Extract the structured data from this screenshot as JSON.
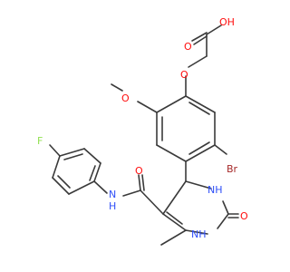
{
  "structure": {
    "atom_labels": {
      "o_carbonyl_acid": "O",
      "oh_acid": "OH",
      "o_ether_1": "O",
      "o_methoxy": "O",
      "br": "Br",
      "f": "F",
      "o_amide": "O",
      "nh_amide": "N",
      "h_amide": "H",
      "nh_ring_top": "NH",
      "nh_ring_bottom": "NH",
      "o_urea": "O"
    },
    "colors": {
      "bond": "#3a3a3a",
      "oxygen": "#ff0d0d",
      "nitrogen": "#3050f8",
      "bromine": "#a62929",
      "fluorine": "#90e050",
      "carbon": "#3a3a3a"
    }
  }
}
